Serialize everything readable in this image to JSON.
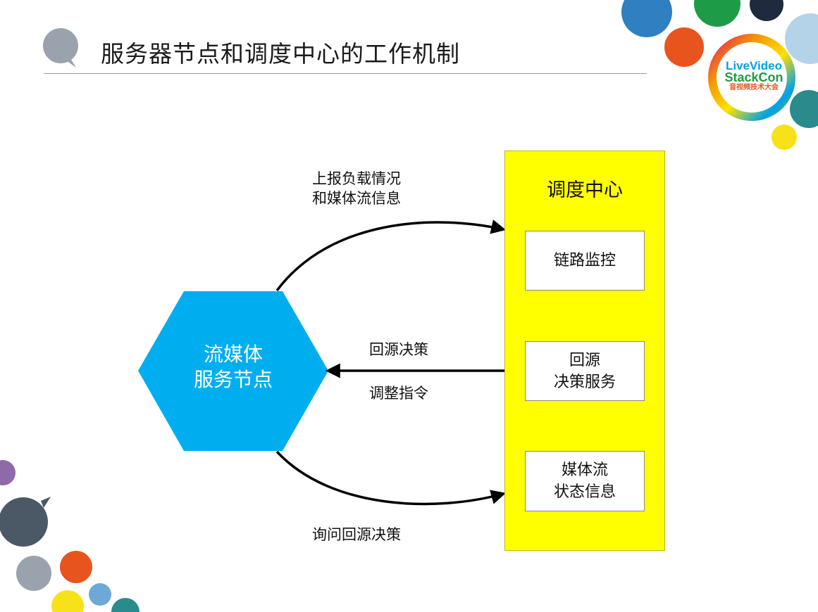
{
  "slide": {
    "title": "服务器节点和调度中心的工作机制"
  },
  "logo": {
    "line1": "LiveVideo",
    "line2": "StackCon",
    "line3": "音视频技术大会"
  },
  "diagram": {
    "node": {
      "lines": [
        "流媒体",
        "服务节点"
      ]
    },
    "center": {
      "title": "调度中心",
      "boxes": [
        {
          "lines": [
            "链路监控"
          ]
        },
        {
          "lines": [
            "回源",
            "决策服务"
          ]
        },
        {
          "lines": [
            "媒体流",
            "状态信息"
          ]
        }
      ]
    },
    "edges": {
      "top": {
        "lines": [
          "上报负载情况",
          "和媒体流信息"
        ]
      },
      "middle_above": "回源决策",
      "middle_below": "调整指令",
      "bottom": "询问回源决策"
    }
  },
  "colors": {
    "hexagon": "#00aeef",
    "panel": "#ffff00",
    "deco_blue": "#2f7fc1",
    "deco_green": "#1e9b46",
    "deco_orange": "#e8541e",
    "deco_navy": "#1f2a3c",
    "deco_lightblue": "#b5d3e8",
    "deco_teal": "#2a8a8c",
    "deco_yellow": "#f7e21a",
    "deco_gray": "#9aa3ad",
    "deco_slate": "#4b5866",
    "deco_purple": "#8e6aaa",
    "deco_sky": "#6ca9d9"
  }
}
